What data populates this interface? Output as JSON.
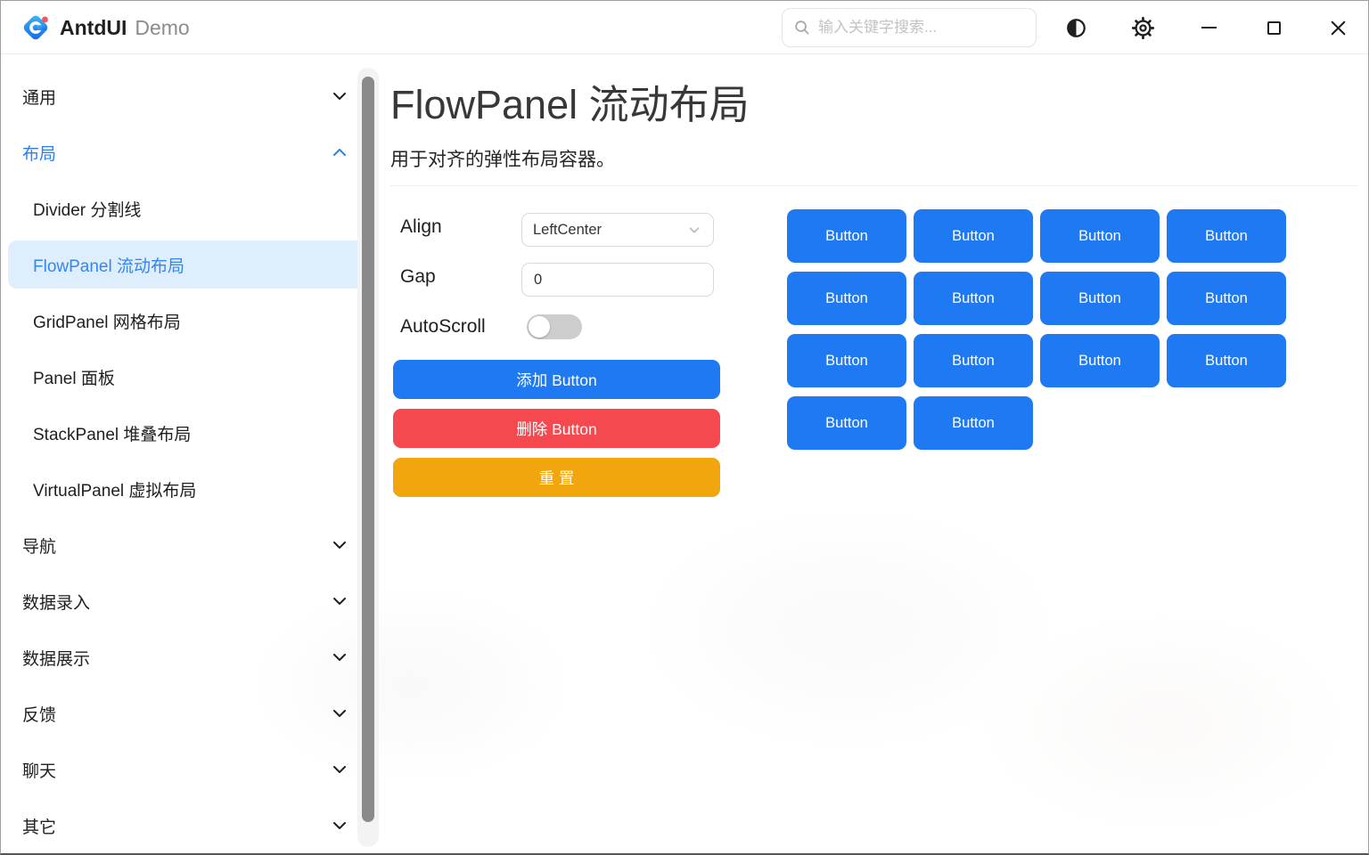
{
  "titlebar": {
    "brand": "AntdUI",
    "brand_suffix": "Demo",
    "search": {
      "placeholder": "输入关键字搜索..."
    },
    "icons": [
      "logo",
      "search-icon",
      "theme-contrast-icon",
      "settings-gear-icon",
      "minimize-icon",
      "maximize-icon",
      "close-icon"
    ]
  },
  "sidebar": {
    "items": [
      {
        "label": "通用",
        "type": "group",
        "state": "collapsed"
      },
      {
        "label": "布局",
        "type": "group",
        "state": "expanded"
      },
      {
        "label": "Divider 分割线",
        "type": "item"
      },
      {
        "label": "FlowPanel 流动布局",
        "type": "item",
        "selected": true
      },
      {
        "label": "GridPanel 网格布局",
        "type": "item"
      },
      {
        "label": "Panel 面板",
        "type": "item"
      },
      {
        "label": "StackPanel 堆叠布局",
        "type": "item"
      },
      {
        "label": "VirtualPanel 虚拟布局",
        "type": "item"
      },
      {
        "label": "导航",
        "type": "group",
        "state": "collapsed"
      },
      {
        "label": "数据录入",
        "type": "group",
        "state": "collapsed"
      },
      {
        "label": "数据展示",
        "type": "group",
        "state": "collapsed"
      },
      {
        "label": "反馈",
        "type": "group",
        "state": "collapsed"
      },
      {
        "label": "聊天",
        "type": "group",
        "state": "collapsed"
      },
      {
        "label": "其它",
        "type": "group",
        "state": "collapsed"
      }
    ]
  },
  "main": {
    "title": "FlowPanel 流动布局",
    "subtitle": "用于对齐的弹性布局容器。",
    "controls": {
      "align_label": "Align",
      "align_value": "LeftCenter",
      "gap_label": "Gap",
      "gap_value": "0",
      "autoscroll_label": "AutoScroll",
      "autoscroll_state": "off"
    },
    "actions": {
      "add_label": "添加 Button",
      "remove_label": "删除 Button",
      "reset_label": "重 置"
    },
    "flow": {
      "count": 14,
      "buttons": [
        "Button",
        "Button",
        "Button",
        "Button",
        "Button",
        "Button",
        "Button",
        "Button",
        "Button",
        "Button",
        "Button",
        "Button",
        "Button",
        "Button"
      ]
    }
  },
  "colors": {
    "primary": "#1E79F2",
    "danger": "#F5484F",
    "warning": "#F2A60D",
    "selected_bg": "#DFEEFC",
    "selected_text": "#3585F1"
  }
}
